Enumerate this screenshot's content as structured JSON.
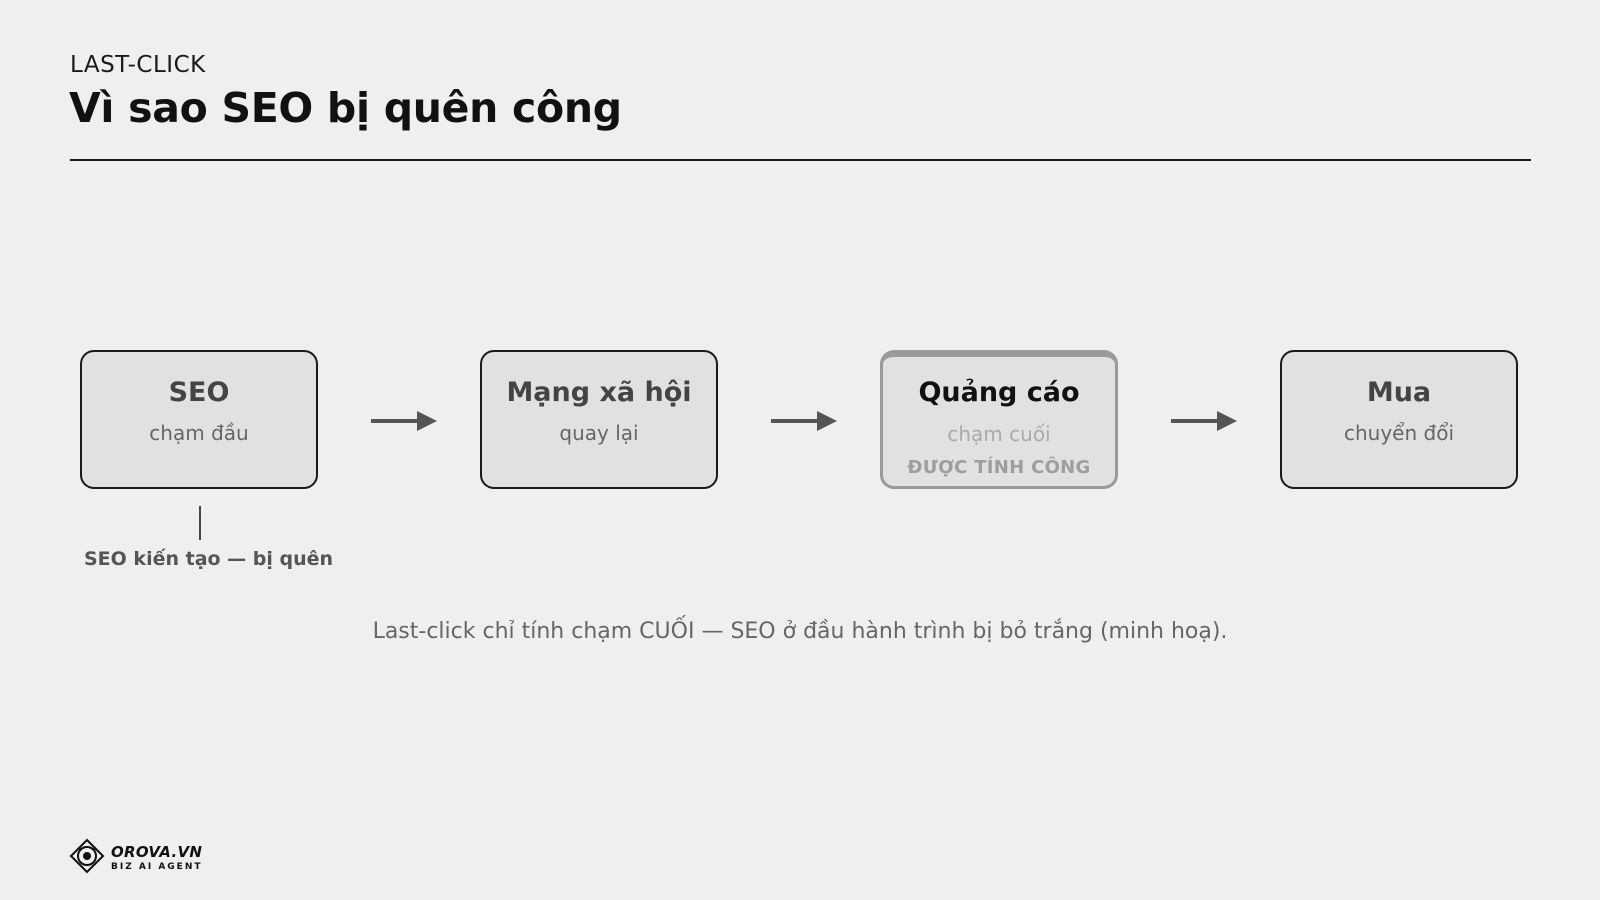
{
  "header": {
    "kicker": "LAST-CLICK",
    "title": "Vì sao SEO bị quên công"
  },
  "journey": [
    {
      "name": "SEO",
      "sub": "chạm đầu"
    },
    {
      "name": "Mạng xã hội",
      "sub": "quay lại"
    },
    {
      "name": "Quảng cáo",
      "sub": "chạm cuối",
      "credit": "ĐƯỢC TÍNH CÔNG"
    },
    {
      "name": "Mua",
      "sub": "chuyển đổi"
    }
  ],
  "seo_note": "SEO kiến tạo — bị quên",
  "caption": "Last-click chỉ tính chạm CUỐI — SEO ở đầu hành trình bị bỏ trắng (minh hoạ).",
  "logo": {
    "name": "OROVA.VN",
    "tagline": "BIZ AI AGENT",
    "icon": "orova-logo-icon"
  },
  "colors": {
    "background": "#efefef",
    "node_fill": "#e1e1e1",
    "credited_border": "#9a9a9a",
    "arrow": "#555555"
  }
}
